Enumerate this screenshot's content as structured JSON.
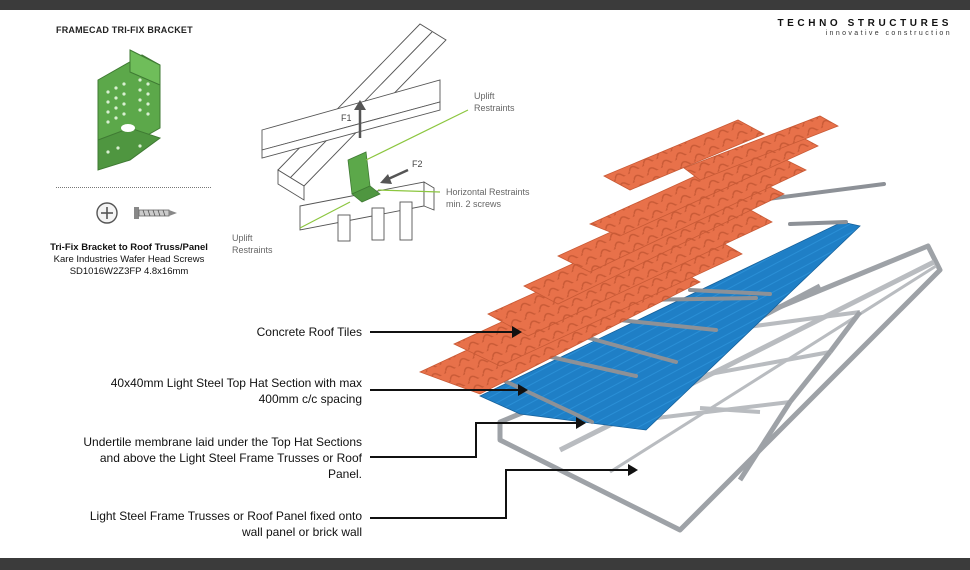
{
  "brand": {
    "name": "TECHNO STRUCTURES",
    "tagline": "innovative construction"
  },
  "bracket": {
    "title": "FRAMECAD TRI-FIX BRACKET",
    "caption_bold": "Tri-Fix Bracket to Roof Truss/Panel",
    "caption_line2": "Kare Industries Wafer Head Screws",
    "caption_line3": "SD1016W2Z3FP 4.8x16mm"
  },
  "detail": {
    "uplift_top": "Uplift\nRestraints",
    "horizontal": "Horizontal Restraints\nmin. 2 screws",
    "uplift_left": "Uplift\nRestraints",
    "force1": "F1",
    "force2": "F2"
  },
  "labels": [
    {
      "text": "Concrete Roof Tiles"
    },
    {
      "text": "40x40mm Light Steel Top Hat Section with max\n400mm c/c spacing"
    },
    {
      "text": "Undertile membrane laid under the Top Hat Sections\nand above the Light Steel Frame Trusses or Roof\nPanel."
    },
    {
      "text": "Light Steel Frame Trusses or Roof Panel fixed onto\nwall panel or brick wall"
    }
  ],
  "colors": {
    "tile": "#e8714a",
    "tile_dark": "#c85a36",
    "membrane": "#1f7fc6",
    "steel": "#b9bcc0",
    "bracket_green": "#5ca84a",
    "callout_green": "#8cc63f"
  }
}
